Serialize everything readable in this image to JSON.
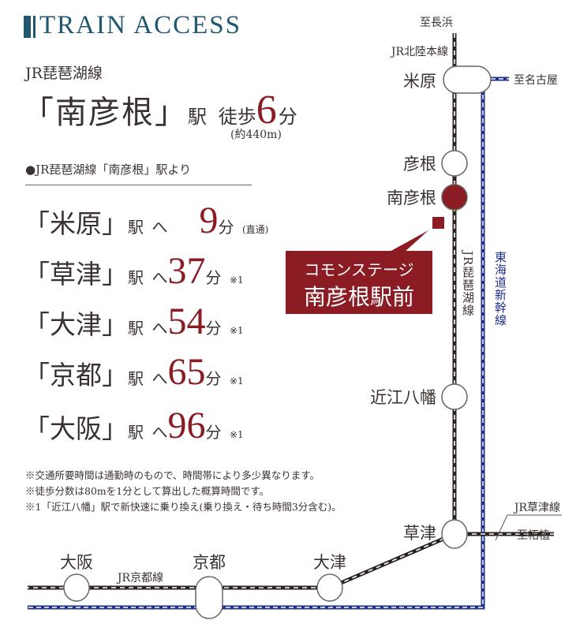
{
  "header": {
    "title": "TRAIN ACCESS"
  },
  "station_info": {
    "line": "JR琵琶湖線",
    "station": "「南彦根」",
    "eki": "駅",
    "walk_label": "徒歩",
    "walk_minutes": "6",
    "minutes_unit": "分",
    "distance": "(約440m)"
  },
  "from_label": "●JR琵琶湖線「南彦根」駅より",
  "routes": [
    {
      "dest": "「米原」",
      "eki": "駅",
      "to": "へ",
      "minutes": "9",
      "unit": "分",
      "note": "(直通)"
    },
    {
      "dest": "「草津」",
      "eki": "駅",
      "to": "へ",
      "minutes": "37",
      "unit": "分",
      "note": "※1"
    },
    {
      "dest": "「大津」",
      "eki": "駅",
      "to": "へ",
      "minutes": "54",
      "unit": "分",
      "note": "※1"
    },
    {
      "dest": "「京都」",
      "eki": "駅",
      "to": "へ",
      "minutes": "65",
      "unit": "分",
      "note": "※1"
    },
    {
      "dest": "「大阪」",
      "eki": "駅",
      "to": "へ",
      "minutes": "96",
      "unit": "分",
      "note": "※1"
    }
  ],
  "notes": [
    "※交通所要時間は通勤時のもので、時間帯により多少異なります。",
    "※徒歩分数は80mを1分として算出した概算時間です。",
    "※1「近江八幡」駅で新快速に乗り換え(乗り換え・待ち時間3分含む)。"
  ],
  "property": {
    "line1": "コモンステージ",
    "line2": "南彦根駅前"
  },
  "map": {
    "to_nagahama": "至長浜",
    "hokuriku_line": "JR北陸本線",
    "to_nagoya": "至名古屋",
    "biwako_line": "JR琵琶湖線",
    "shinkansen": "東海道新幹線",
    "kusatsu_line": "JR草津線",
    "to_tsuge": "至柘植",
    "kyoto_line": "JR京都線",
    "stations": {
      "maibara": "米原",
      "hikone": "彦根",
      "minami_hikone": "南彦根",
      "omi_hachiman": "近江八幡",
      "kusatsu": "草津",
      "otsu": "大津",
      "kyoto": "京都",
      "osaka": "大阪"
    }
  },
  "colors": {
    "accent": "#8b1c24",
    "title": "#1f5670",
    "shinkansen": "#1f2f8a"
  }
}
